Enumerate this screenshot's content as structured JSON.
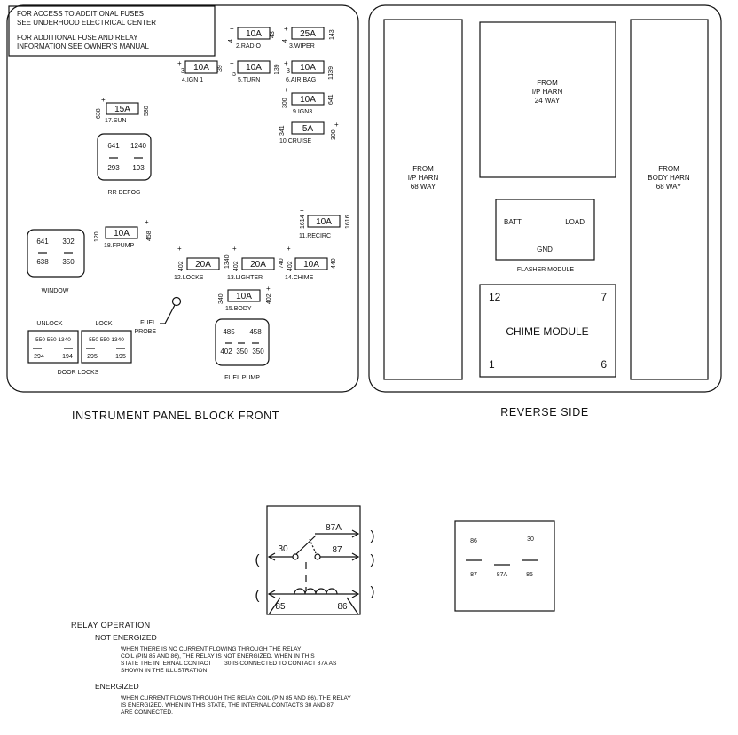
{
  "notes": {
    "line1": "FOR ACCESS TO ADDITIONAL FUSES",
    "line2": "SEE UNDERHOOD ELECTRICAL CENTER",
    "line3": "FOR ADDITIONAL FUSE AND RELAY",
    "line4": "INFORMATION SEE OWNER'S MANUAL"
  },
  "fuses": [
    {
      "rating": "10A",
      "name": "2.RADIO",
      "pin_left": "4",
      "pin_right": "43",
      "pin_top": "+"
    },
    {
      "rating": "25A",
      "name": "3.WIPER",
      "pin_left": "4",
      "pin_right": "143",
      "pin_top": "+"
    },
    {
      "rating": "10A",
      "name": "4.IGN 1",
      "pin_left": "3",
      "pin_right": "39",
      "pin_top": "+"
    },
    {
      "rating": "10A",
      "name": "5.TURN",
      "pin_left": "3",
      "pin_right": "139",
      "pin_top": "+"
    },
    {
      "rating": "10A",
      "name": "6.AIR BAG",
      "pin_left": "3",
      "pin_right": "1139",
      "pin_top": "+"
    },
    {
      "rating": "10A",
      "name": "9.IGN3",
      "pin_left": "300",
      "pin_right": "641",
      "pin_top": "+"
    },
    {
      "rating": "5A",
      "name": "10.CRUISE",
      "pin_left": "341",
      "pin_right": "300",
      "pin_top": "+"
    },
    {
      "rating": "15A",
      "name": "17.SUN",
      "pin_left": "638",
      "pin_right": "580",
      "pin_top": "+"
    },
    {
      "rating": "10A",
      "name": "11.RECIRC",
      "pin_left": "1614",
      "pin_right": "1616",
      "pin_top": "+"
    },
    {
      "rating": "10A",
      "name": "18.FPUMP",
      "pin_left": "120",
      "pin_right": "458",
      "pin_top": "+"
    },
    {
      "rating": "20A",
      "name": "12.LOCKS",
      "pin_left": "402",
      "pin_right": "1340",
      "pin_top": "+"
    },
    {
      "rating": "20A",
      "name": "13.LIGHTER",
      "pin_left": "402",
      "pin_right": "740",
      "pin_top": "+"
    },
    {
      "rating": "10A",
      "name": "14.CHIME",
      "pin_left": "402",
      "pin_right": "440",
      "pin_top": "+"
    },
    {
      "rating": "10A",
      "name": "15.BODY",
      "pin_left": "340",
      "pin_right": "402",
      "pin_top": "+"
    }
  ],
  "rr_defog": {
    "label": "RR DEFOG",
    "p1": "641",
    "p2": "1240",
    "p3": "293",
    "p4": "193"
  },
  "window_relay": {
    "label": "WINDOW",
    "p1": "641",
    "p2": "302",
    "p3": "638",
    "p4": "350"
  },
  "fuel_pump_relay": {
    "label": "FUEL PUMP",
    "p1": "485",
    "p2": "458",
    "p3": "402",
    "p4": "350",
    "p5": "350"
  },
  "door_locks": {
    "label": "DOOR LOCKS",
    "unlock_label": "UNLOCK",
    "lock_label": "LOCK",
    "unlock_top": "550 550 1340",
    "unlock_b1": "294",
    "unlock_b2": "194",
    "lock_top": "550 550 1340",
    "lock_b1": "295",
    "lock_b2": "195"
  },
  "fuel_probe": {
    "line1": "FUEL",
    "line2": "PROBE"
  },
  "reverse": {
    "left_conn": [
      "FROM",
      "I/P HARN",
      "68 WAY"
    ],
    "center_conn": [
      "FROM",
      "I/P HARN",
      "24 WAY"
    ],
    "right_conn": [
      "FROM",
      "BODY HARN",
      "68 WAY"
    ],
    "flasher": {
      "batt": "BATT",
      "load": "LOAD",
      "gnd": "GND",
      "label": "FLASHER MODULE"
    },
    "chime": {
      "title": "CHIME MODULE",
      "p12": "12",
      "p7": "7",
      "p1": "1",
      "p6": "6"
    }
  },
  "captions": {
    "front": "INSTRUMENT PANEL BLOCK FRONT",
    "reverse": "REVERSE SIDE"
  },
  "relay_diagram": {
    "p87a": "87A",
    "p30": "30",
    "p87": "87",
    "p85": "85",
    "p86": "86"
  },
  "relay_pinout": {
    "p86": "86",
    "p30": "30",
    "p87": "87",
    "p87a": "87A",
    "p85": "85"
  },
  "relay_operation": {
    "title": "RELAY OPERATION",
    "not_energized_title": "NOT ENERGIZED",
    "not_energized_lines": [
      "WHEN THERE IS NO CURRENT FLOWING THROUGH THE RELAY",
      "COIL (PIN 85 AND 86), THE RELAY IS NOT ENERGIZED.  WHEN IN THIS",
      "STATE THE INTERNAL CONTACT        30 IS CONNECTED TO CONTACT 87A AS",
      "SHOWN IN THE ILLUSTRATION"
    ],
    "energized_title": "ENERGIZED",
    "energized_lines": [
      "WHEN CURRENT FLOWS THROUGH THE RELAY COIL (PIN 85 AND 86), THE RELAY",
      "IS ENERGIZED.  WHEN IN THIS STATE, THE INTERNAL CONTACTS 30 AND 87",
      "ARE CONNECTED."
    ]
  }
}
